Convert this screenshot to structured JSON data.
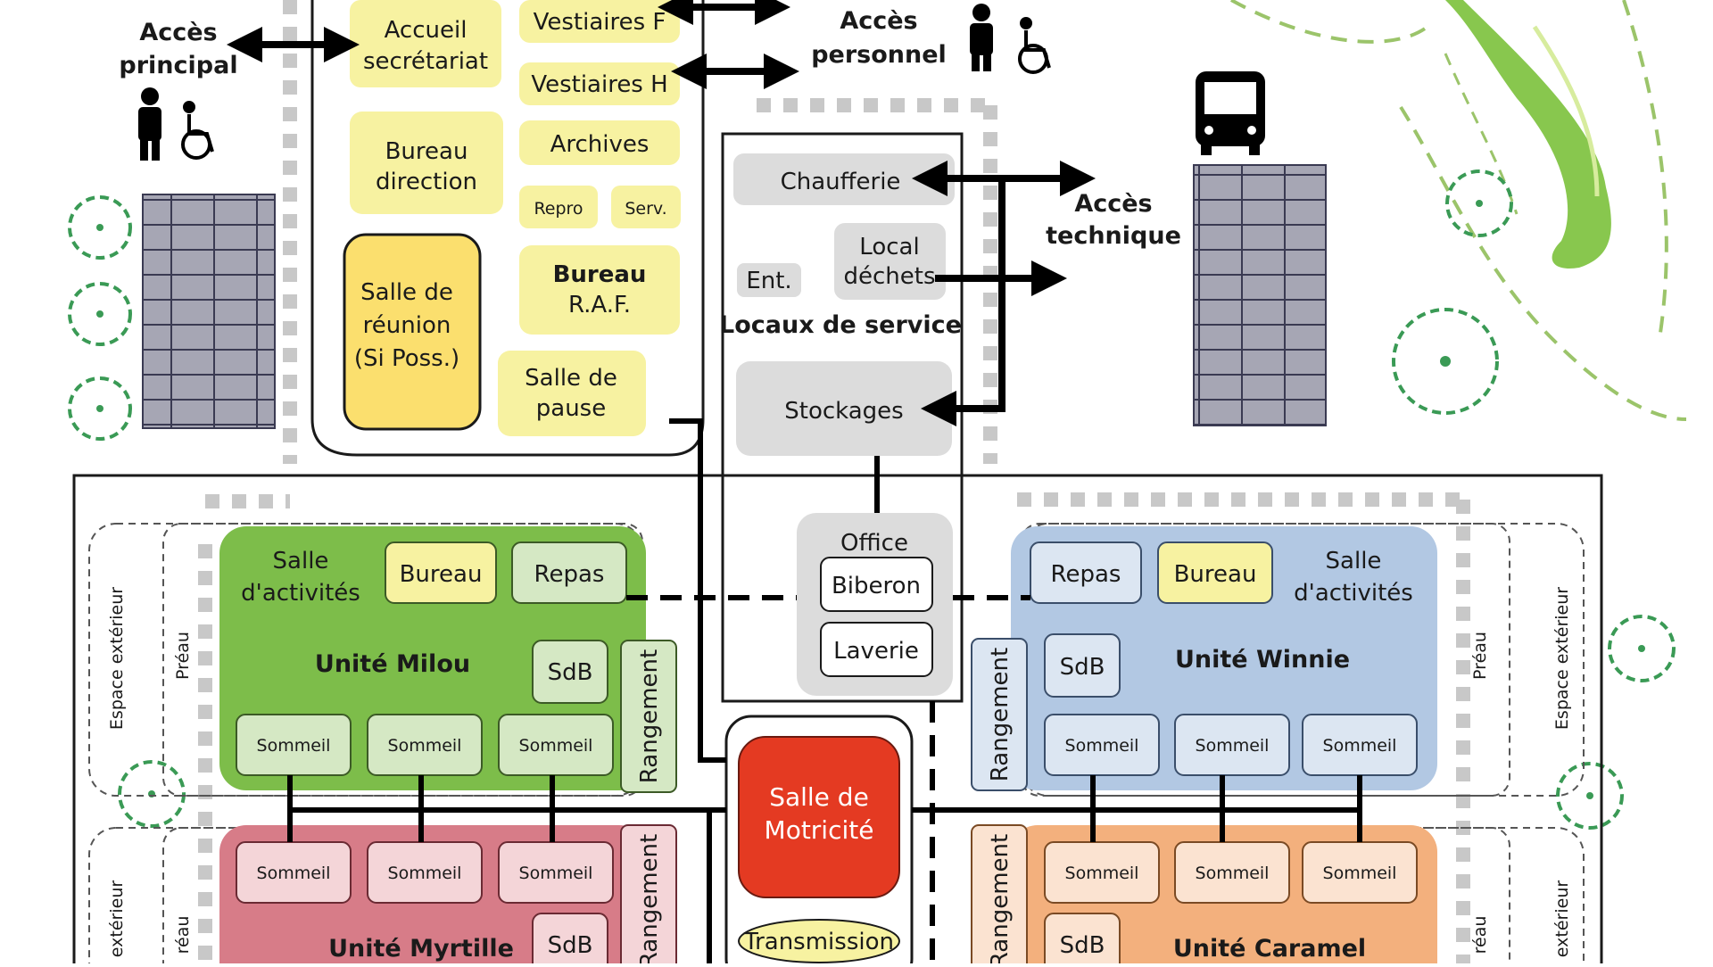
{
  "colors": {
    "yellow_room": "#f7f2a1",
    "meeting_room": "#fbdf6e",
    "service_room": "#dcdcdc",
    "milou_unit": "#7dbd4a",
    "milou_room": "#d5e8c4",
    "winnie_unit": "#b2c8e3",
    "winnie_room": "#dce6f2",
    "myrtille_unit": "#d77c88",
    "myrtille_room": "#f4d5d8",
    "caramel_unit": "#f3b07d",
    "caramel_room": "#fbe3d1",
    "motricite": "#e43a22",
    "parking": "#a6a6b4",
    "tree": "#3a9a55",
    "path": "#9bc46a",
    "green_brush": "#7ec23f"
  },
  "access": {
    "main_line1": "Accès",
    "main_line2": "principal",
    "staff_line1": "Accès",
    "staff_line2": "personnel",
    "tech_line1": "Accès",
    "tech_line2": "technique",
    "pedestrian_icon": "person-icon",
    "wheelchair_icon": "wheelchair-icon",
    "bus_icon": "bus-icon"
  },
  "admin": {
    "accueil_line1": "Accueil",
    "accueil_line2": "secrétariat",
    "vestiaires_f": "Vestiaires F",
    "vestiaires_h": "Vestiaires H",
    "archives": "Archives",
    "bureau_dir_line1": "Bureau",
    "bureau_dir_line2": "direction",
    "repro": "Repro",
    "serv": "Serv.",
    "bureau_raf_line1": "Bureau",
    "bureau_raf_line2": "R.A.F.",
    "reunion_line1": "Salle de",
    "reunion_line2": "réunion",
    "reunion_line3": "(Si Poss.)",
    "pause_line1": "Salle de",
    "pause_line2": "pause"
  },
  "service": {
    "chaufferie": "Chaufferie",
    "dechets_line1": "Local",
    "dechets_line2": "déchets",
    "ent": "Ent.",
    "title": "Locaux de service",
    "stockages": "Stockages",
    "office": "Office",
    "biberon": "Biberon",
    "laverie": "Laverie"
  },
  "center": {
    "motricite_line1": "Salle de",
    "motricite_line2": "Motricité",
    "transmission": "Transmission"
  },
  "units": {
    "common": {
      "bureau": "Bureau",
      "repas": "Repas",
      "activites_line1": "Salle",
      "activites_line2": "d'activités",
      "sdb": "SdB",
      "rangement": "Rangement",
      "sommeil": "Sommeil",
      "espace_exterieur": "Espace extérieur",
      "espace_exterieur_cut": "extérieur",
      "preau": "Préau",
      "preau_cut": "réau"
    },
    "milou": {
      "prefix": "Unité",
      "name": "Milou"
    },
    "winnie": {
      "prefix": "Unité",
      "name": "Winnie"
    },
    "myrtille": {
      "prefix": "Unité",
      "name": "Myrtille"
    },
    "caramel": {
      "prefix": "Unité",
      "name": "Caramel"
    }
  }
}
